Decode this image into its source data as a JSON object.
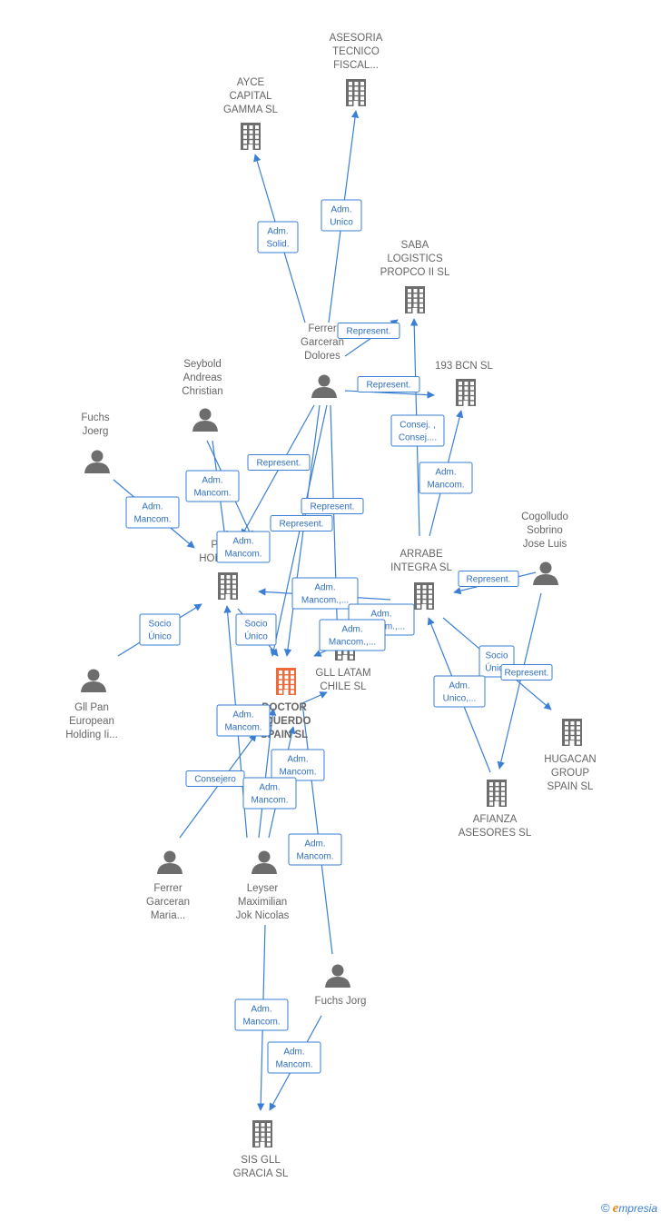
{
  "colors": {
    "node": "#6d6d6d",
    "focus": "#ef6a3a",
    "edge": "#3a7fd5"
  },
  "nodes": [
    {
      "id": "asesoria",
      "type": "company",
      "lines": [
        "ASESORIA",
        "TECNICO",
        "FISCAL..."
      ]
    },
    {
      "id": "ayce",
      "type": "company",
      "lines": [
        "AYCE",
        "CAPITAL",
        "GAMMA  SL"
      ]
    },
    {
      "id": "saba",
      "type": "company",
      "lines": [
        "SABA",
        "LOGISTICS",
        "PROPCO II  SL"
      ]
    },
    {
      "id": "bcn193",
      "type": "company",
      "lines": [
        "193 BCN  SL"
      ]
    },
    {
      "id": "ferrer_d",
      "type": "person",
      "lines": [
        "Ferrer",
        "Garceran",
        "Dolores"
      ]
    },
    {
      "id": "seybold",
      "type": "person",
      "lines": [
        "Seybold",
        "Andreas",
        "Christian"
      ]
    },
    {
      "id": "fuchs_joerg",
      "type": "person",
      "lines": [
        "Fuchs",
        "Joerg"
      ]
    },
    {
      "id": "pe_holdings",
      "type": "company",
      "lines": [
        "PE",
        "HOLD..."
      ]
    },
    {
      "id": "cogolludo",
      "type": "person",
      "lines": [
        "Cogolludo",
        "Sobrino",
        "Jose Luis"
      ]
    },
    {
      "id": "arrabe",
      "type": "company",
      "lines": [
        "ARRABE",
        "INTEGRA SL"
      ]
    },
    {
      "id": "gll_latam",
      "type": "company",
      "lines": [
        "GLL LATAM",
        "CHILE  SL"
      ]
    },
    {
      "id": "doctor",
      "type": "focus",
      "lines": [
        "DOCTOR",
        "AQUERDO",
        "SPAIN  SL"
      ]
    },
    {
      "id": "gll_pan",
      "type": "person",
      "lines": [
        "Gll Pan",
        "European",
        "Holding Ii..."
      ]
    },
    {
      "id": "hugacan",
      "type": "company",
      "lines": [
        "HUGACAN",
        "GROUP",
        "SPAIN  SL"
      ]
    },
    {
      "id": "afianza",
      "type": "company",
      "lines": [
        "AFIANZA",
        "ASESORES SL"
      ]
    },
    {
      "id": "ferrer_m",
      "type": "person",
      "lines": [
        "Ferrer",
        "Garceran",
        "Maria..."
      ]
    },
    {
      "id": "leyser",
      "type": "person",
      "lines": [
        "Leyser",
        "Maximilian",
        "Jok Nicolas"
      ]
    },
    {
      "id": "fuchs_jorg",
      "type": "person",
      "lines": [
        "Fuchs Jorg"
      ]
    },
    {
      "id": "sis_gll",
      "type": "company",
      "lines": [
        "SIS GLL",
        "GRACIA  SL"
      ]
    }
  ],
  "edge_labels": [
    {
      "lines": [
        "Adm.",
        "Unico"
      ]
    },
    {
      "lines": [
        "Adm.",
        "Solid."
      ]
    },
    {
      "lines": [
        "Represent."
      ]
    },
    {
      "lines": [
        "Represent."
      ]
    },
    {
      "lines": [
        "Consej. ,",
        "Consej...."
      ]
    },
    {
      "lines": [
        "Adm.",
        "Mancom."
      ]
    },
    {
      "lines": [
        "Adm.",
        "Mancom."
      ]
    },
    {
      "lines": [
        "Adm.",
        "Mancom."
      ]
    },
    {
      "lines": [
        "Represent."
      ]
    },
    {
      "lines": [
        "Adm.",
        "Mancom."
      ]
    },
    {
      "lines": [
        "Represent."
      ]
    },
    {
      "lines": [
        "Represent."
      ]
    },
    {
      "lines": [
        "Adm.",
        "Mancom.,..."
      ]
    },
    {
      "lines": [
        "Adm.",
        "Mancom.,..."
      ]
    },
    {
      "lines": [
        "Adm.",
        "Mancom.,..."
      ]
    },
    {
      "lines": [
        "Represent."
      ]
    },
    {
      "lines": [
        "Socio",
        "Único"
      ]
    },
    {
      "lines": [
        "Socio",
        "Único"
      ]
    },
    {
      "lines": [
        "Socio",
        "Único"
      ]
    },
    {
      "lines": [
        "Represent."
      ]
    },
    {
      "lines": [
        "Adm.",
        "Unico,..."
      ]
    },
    {
      "lines": [
        "Adm.",
        "Mancom."
      ]
    },
    {
      "lines": [
        "Consejero"
      ]
    },
    {
      "lines": [
        "Adm.",
        "Mancom."
      ]
    },
    {
      "lines": [
        "Adm.",
        "Mancom."
      ]
    },
    {
      "lines": [
        "Adm.",
        "Mancom."
      ]
    },
    {
      "lines": [
        "Adm.",
        "Mancom."
      ]
    },
    {
      "lines": [
        "Adm.",
        "Mancom."
      ]
    }
  ],
  "footer": {
    "copyright": "©",
    "brand_initial": "e",
    "brand_rest": "mpresia"
  }
}
